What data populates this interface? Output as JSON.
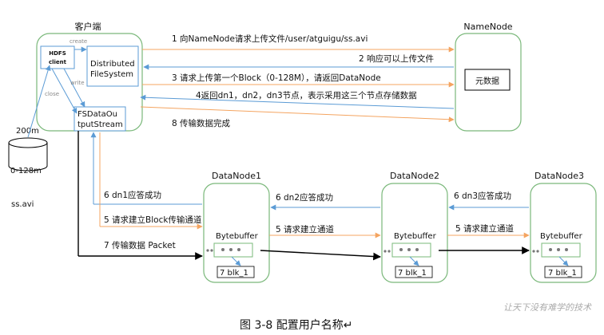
{
  "client": {
    "title": "客户端",
    "hdfs_client_line1": "HDFS",
    "hdfs_client_line2": "client",
    "dfs_line1": "Distributed",
    "dfs_line2": "FileSystem",
    "fsdata_line1": "FSDataOu",
    "fsdata_line2": "tputStream",
    "label_create": "create",
    "label_write": "write",
    "label_close": "close"
  },
  "namenode": {
    "title": "NameNode",
    "metadata": "元数据"
  },
  "file": {
    "size": "200m",
    "block": "0-128m",
    "name": "ss.avi"
  },
  "messages": {
    "m1": "1 向NameNode请求上传文件/user/atguigu/ss.avi",
    "m2": "2 响应可以上传文件",
    "m3": "3 请求上传第一个Block（0-128M），请返回DataNode",
    "m4": "4返回dn1，dn2，dn3节点，表示采用这三个节点存储数据",
    "m8": "8 传输数据完成",
    "m6_dn1": "6 dn1应答成功",
    "m5_client": "5 请求建立Block传输通道",
    "m7": "7 传输数据 Packet",
    "m6_dn2": "6 dn2应答成功",
    "m5_dn1": "5 请求建立通道",
    "m6_dn3": "6 dn3应答成功",
    "m5_dn2": "5 请求建立通道"
  },
  "datanodes": [
    {
      "title": "DataNode1",
      "buffer": "Bytebuffer",
      "block": "7 blk_1"
    },
    {
      "title": "DataNode2",
      "buffer": "Bytebuffer",
      "block": "7 blk_1"
    },
    {
      "title": "DataNode3",
      "buffer": "Bytebuffer",
      "block": "7 blk_1"
    }
  ],
  "caption": "图 3-8   配置用户名称↵",
  "watermark": "让天下没有难学的技术",
  "colors": {
    "node_border": "#7ab87a",
    "box_border": "#5b9bd5",
    "arrow_orange": "#f4a460",
    "arrow_blue": "#5b9bd5",
    "arrow_black": "#000000"
  }
}
